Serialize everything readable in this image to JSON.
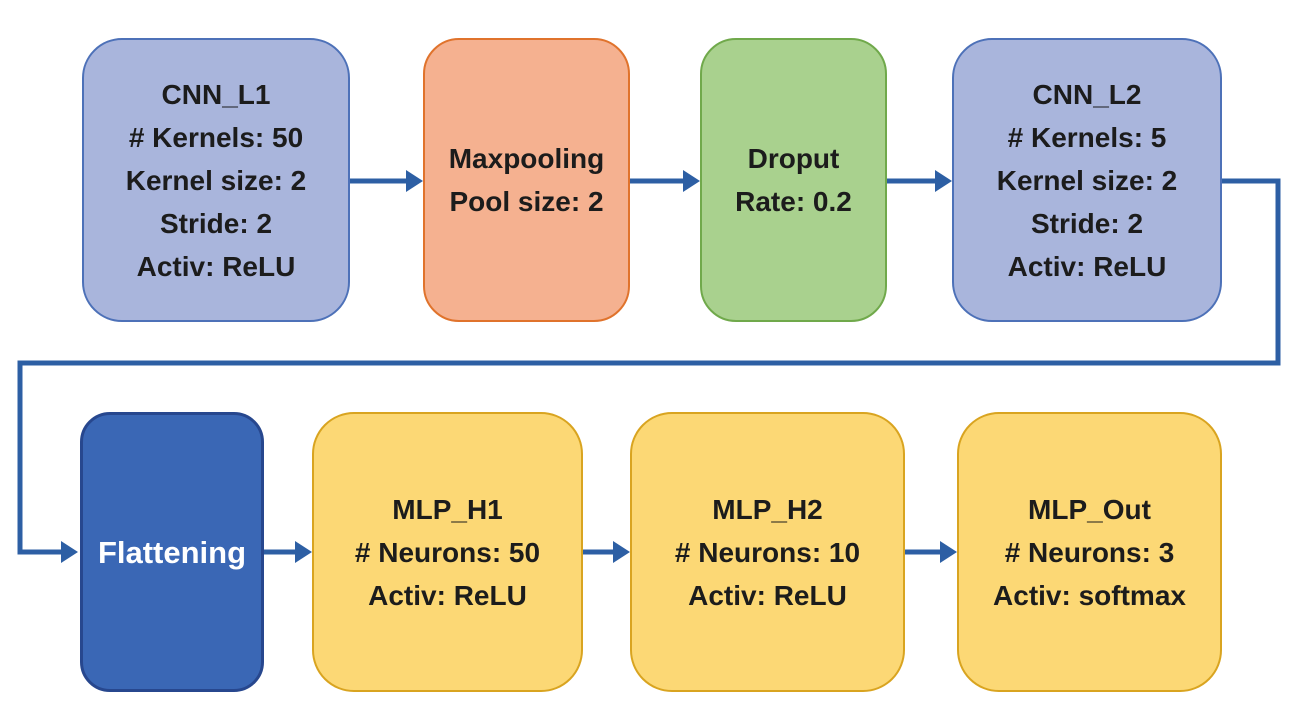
{
  "diagram": {
    "background": "#ffffff",
    "arrow_color": "#2d5fa4",
    "nodes": [
      {
        "id": "cnn_l1",
        "lines": [
          "CNN_L1",
          "# Kernels: 50",
          "Kernel size: 2",
          "Stride: 2",
          "Activ: ReLU"
        ],
        "fill": "#a9b5dc",
        "border": "#4d71b8",
        "text_color": "#1c1c1c"
      },
      {
        "id": "maxpooling",
        "lines": [
          "Maxpooling",
          "Pool size: 2"
        ],
        "fill": "#f5b190",
        "border": "#e0732c",
        "text_color": "#1c1c1c"
      },
      {
        "id": "droput",
        "lines": [
          "Droput",
          "Rate: 0.2"
        ],
        "fill": "#a9d18e",
        "border": "#70a94b",
        "text_color": "#1c1c1c"
      },
      {
        "id": "cnn_l2",
        "lines": [
          "CNN_L2",
          "# Kernels: 5",
          "Kernel size: 2",
          "Stride: 2",
          "Activ: ReLU"
        ],
        "fill": "#a9b5dc",
        "border": "#4d71b8",
        "text_color": "#1c1c1c"
      },
      {
        "id": "flattening",
        "lines": [
          "Flattening"
        ],
        "fill": "#3a67b5",
        "border": "#27478e",
        "text_color": "#ffffff"
      },
      {
        "id": "mlp_h1",
        "lines": [
          "MLP_H1",
          "# Neurons: 50",
          "Activ: ReLU"
        ],
        "fill": "#fcd875",
        "border": "#d9a420",
        "text_color": "#1c1c1c"
      },
      {
        "id": "mlp_h2",
        "lines": [
          "MLP_H2",
          "# Neurons: 10",
          "Activ: ReLU"
        ],
        "fill": "#fcd875",
        "border": "#d9a420",
        "text_color": "#1c1c1c"
      },
      {
        "id": "mlp_out",
        "lines": [
          "MLP_Out",
          "# Neurons: 3",
          "Activ: softmax"
        ],
        "fill": "#fcd875",
        "border": "#d9a420",
        "text_color": "#1c1c1c"
      }
    ],
    "edges": [
      {
        "from": "cnn_l1",
        "to": "maxpooling"
      },
      {
        "from": "maxpooling",
        "to": "droput"
      },
      {
        "from": "droput",
        "to": "cnn_l2"
      },
      {
        "from": "cnn_l2",
        "to": "flattening"
      },
      {
        "from": "flattening",
        "to": "mlp_h1"
      },
      {
        "from": "mlp_h1",
        "to": "mlp_h2"
      },
      {
        "from": "mlp_h2",
        "to": "mlp_out"
      }
    ]
  }
}
